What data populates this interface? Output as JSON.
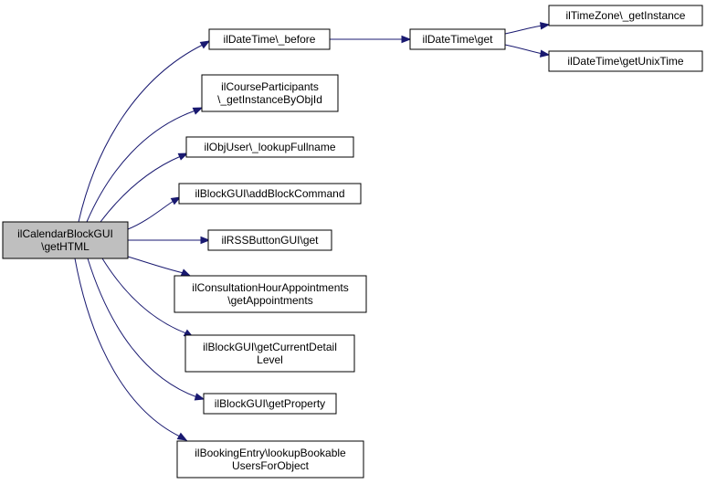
{
  "graph": {
    "edge_color": "#191970",
    "root_fill": "#bfbfbf",
    "nodes": [
      {
        "id": "root",
        "lines": [
          "ilCalendarBlockGUI",
          "\\getHTML"
        ]
      },
      {
        "id": "n1",
        "lines": [
          "ilDateTime\\_before"
        ]
      },
      {
        "id": "n2",
        "lines": [
          "ilCourseParticipants",
          "\\_getInstanceByObjId"
        ]
      },
      {
        "id": "n3",
        "lines": [
          "ilObjUser\\_lookupFullname"
        ]
      },
      {
        "id": "n4",
        "lines": [
          "ilBlockGUI\\addBlockCommand"
        ]
      },
      {
        "id": "n5",
        "lines": [
          "ilRSSButtonGUI\\get"
        ]
      },
      {
        "id": "n6",
        "lines": [
          "ilConsultationHourAppointments",
          "\\getAppointments"
        ]
      },
      {
        "id": "n7",
        "lines": [
          "ilBlockGUI\\getCurrentDetail",
          "Level"
        ]
      },
      {
        "id": "n8",
        "lines": [
          "ilBlockGUI\\getProperty"
        ]
      },
      {
        "id": "n9",
        "lines": [
          "ilBookingEntry\\lookupBookable",
          "UsersForObject"
        ]
      },
      {
        "id": "n10",
        "lines": [
          "ilDateTime\\get"
        ]
      },
      {
        "id": "n11",
        "lines": [
          "ilTimeZone\\_getInstance"
        ]
      },
      {
        "id": "n12",
        "lines": [
          "ilDateTime\\getUnixTime"
        ]
      }
    ],
    "edges": [
      {
        "from": "root",
        "to": "n1"
      },
      {
        "from": "root",
        "to": "n2"
      },
      {
        "from": "root",
        "to": "n3"
      },
      {
        "from": "root",
        "to": "n4"
      },
      {
        "from": "root",
        "to": "n5"
      },
      {
        "from": "root",
        "to": "n6"
      },
      {
        "from": "root",
        "to": "n7"
      },
      {
        "from": "root",
        "to": "n8"
      },
      {
        "from": "root",
        "to": "n9"
      },
      {
        "from": "n1",
        "to": "n10"
      },
      {
        "from": "n10",
        "to": "n11"
      },
      {
        "from": "n10",
        "to": "n12"
      }
    ]
  }
}
